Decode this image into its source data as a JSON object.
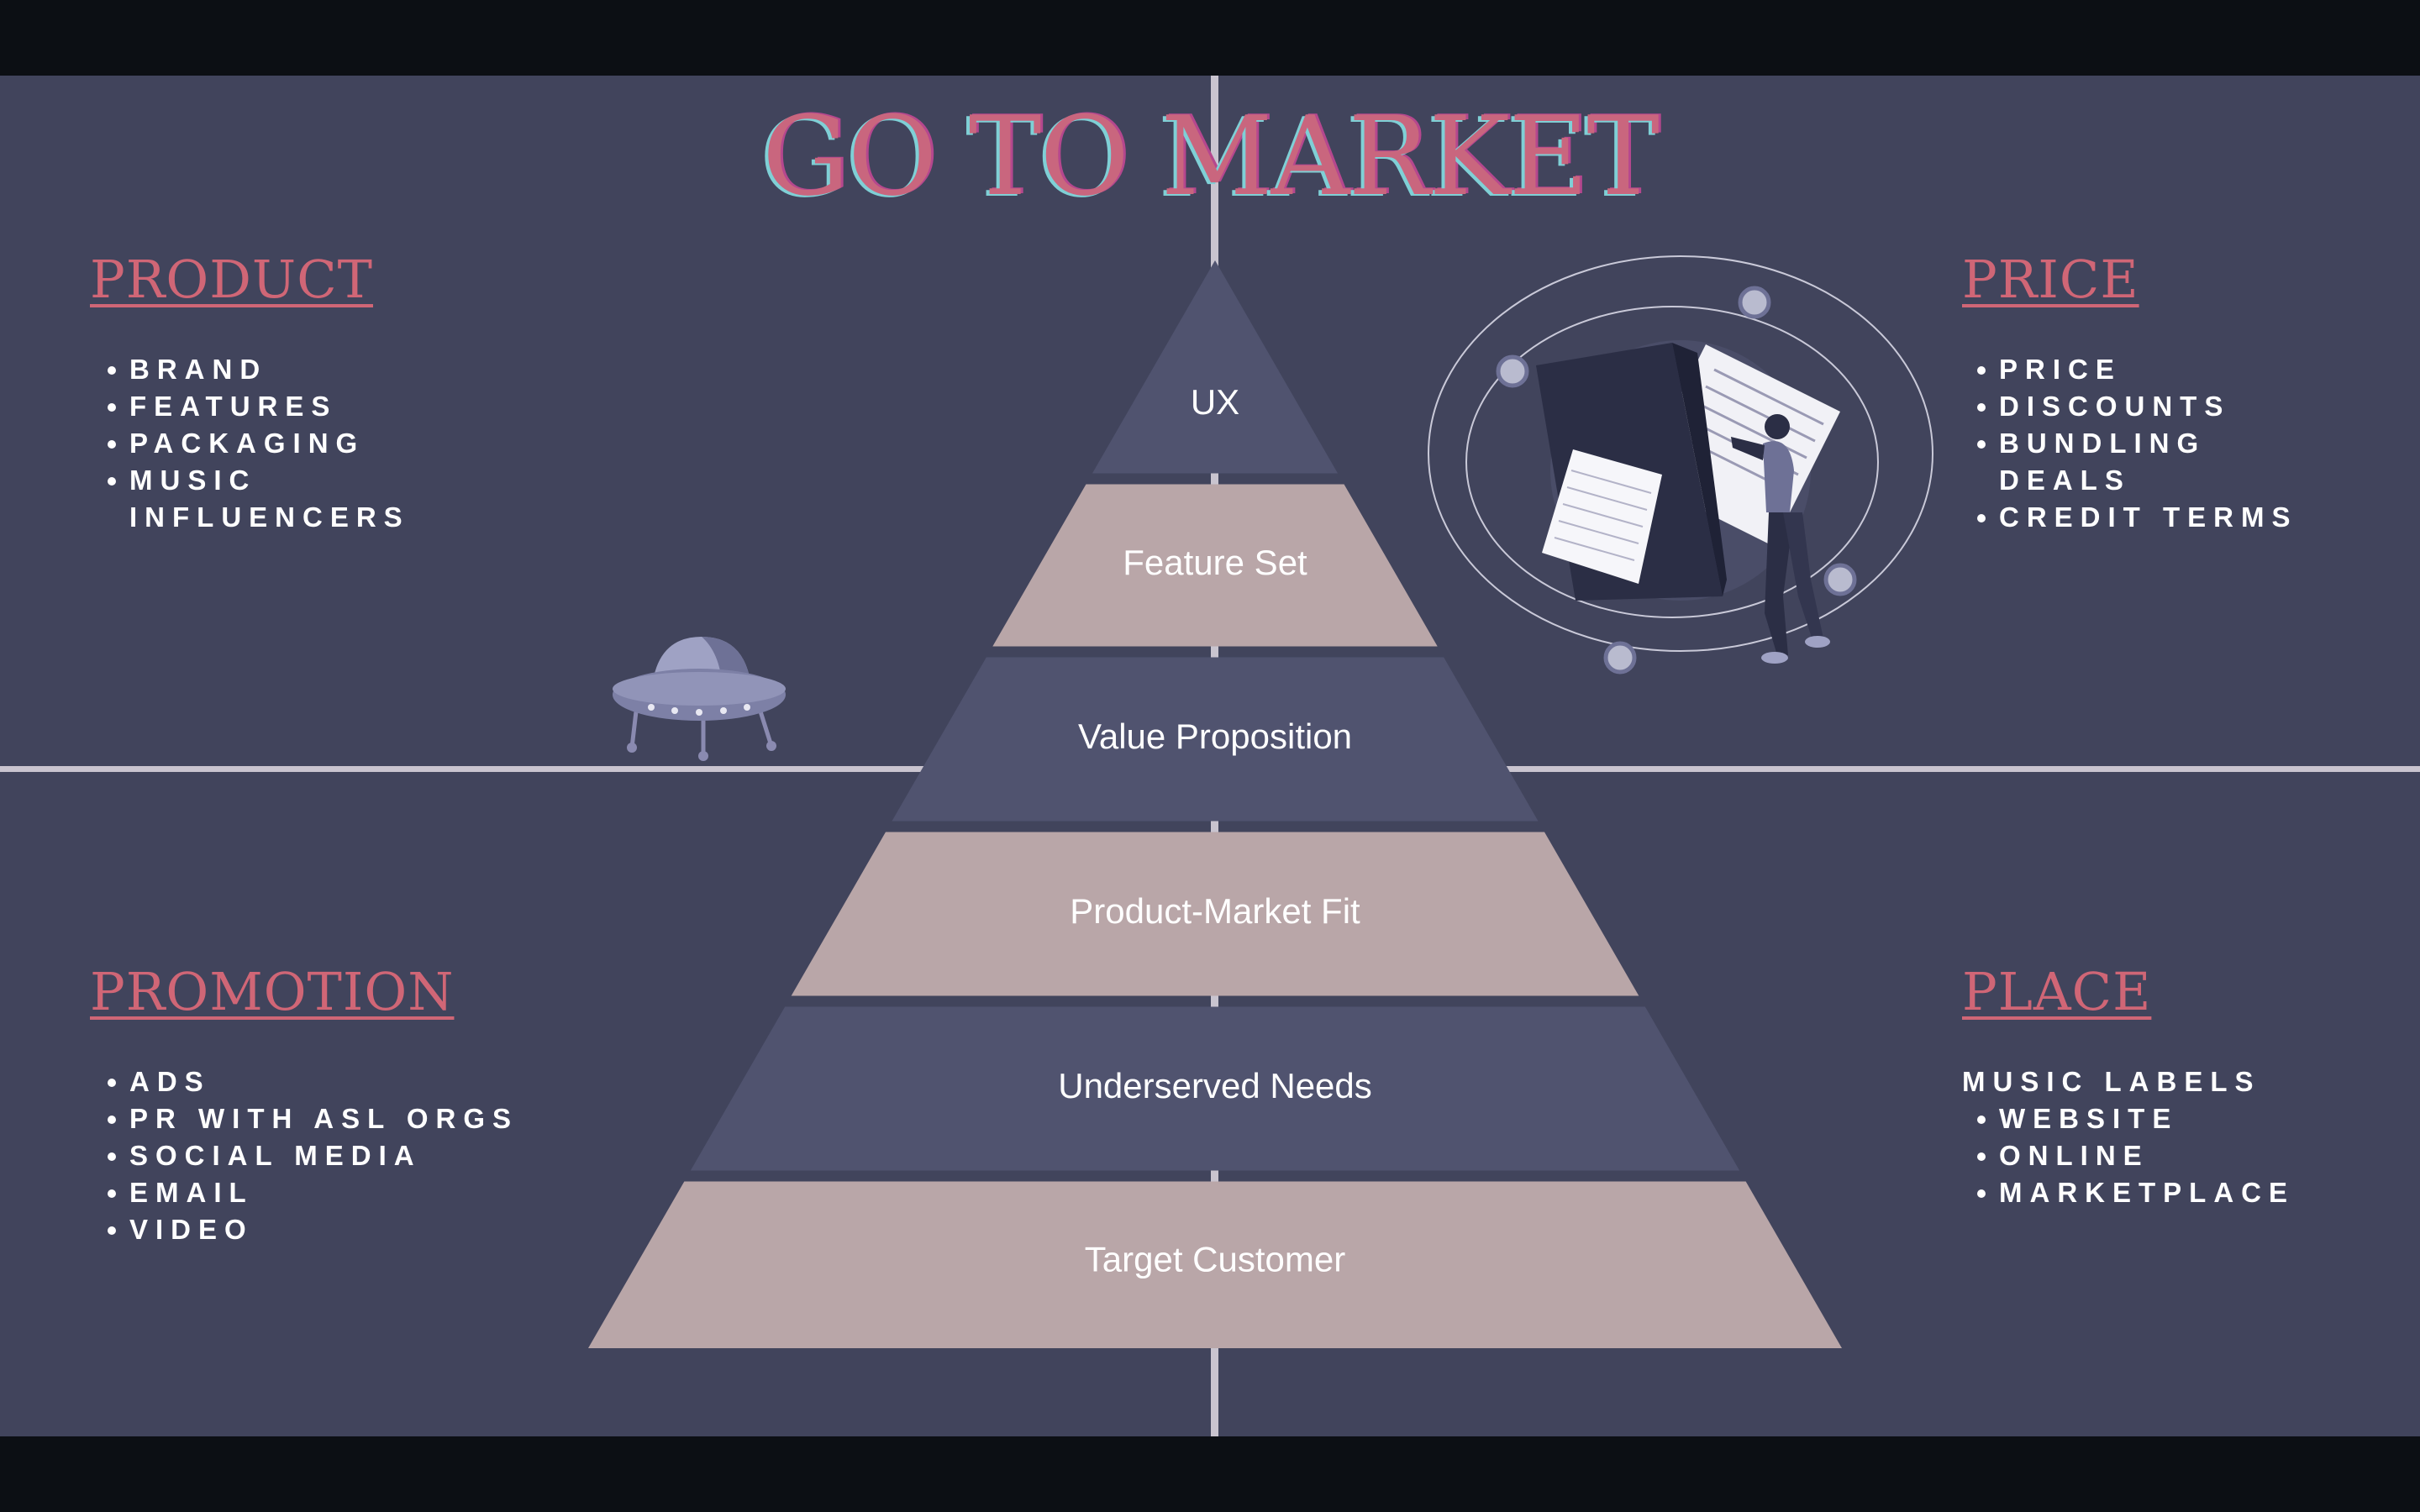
{
  "title": "GO TO MARKET",
  "product": {
    "heading": "PRODUCT",
    "items": [
      "BRAND",
      "FEATURES",
      "PACKAGING",
      "MUSIC INFLUENCERS"
    ]
  },
  "price": {
    "heading": "PRICE",
    "items": [
      "PRICE",
      "DISCOUNTS",
      "BUNDLING DEALS",
      "CREDIT TERMS"
    ]
  },
  "promotion": {
    "heading": "PROMOTION",
    "items": [
      "ADS",
      "PR WITH ASL ORGS",
      "SOCIAL MEDIA",
      "EMAIL",
      "VIDEO"
    ]
  },
  "place": {
    "heading": "PLACE",
    "intro": "MUSIC LABELS",
    "items": [
      "WEBSITE",
      "ONLINE",
      "MARKETPLACE"
    ]
  },
  "pyramid": {
    "tiers": [
      "UX",
      "Feature Set",
      "Value Proposition",
      "Product-Market Fit",
      "Underserved Needs",
      "Target Customer"
    ]
  },
  "colors": {
    "background": "#41445c",
    "tier_dark": "#50536f",
    "tier_light": "#b9a6a8",
    "accent": "#d06676"
  },
  "icons": [
    "ufo-icon",
    "documents-orbit-illustration"
  ]
}
